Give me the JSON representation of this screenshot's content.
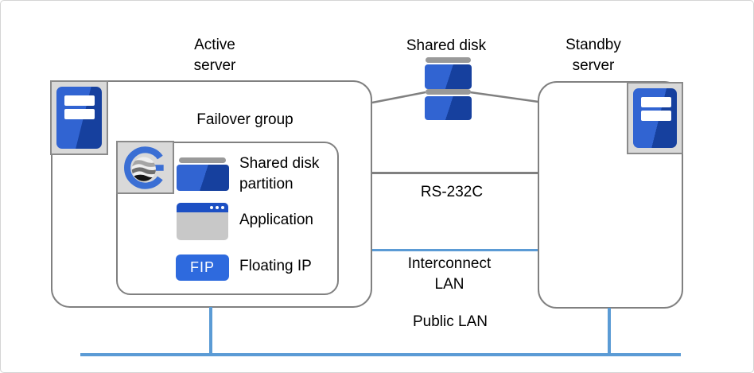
{
  "colors": {
    "line_gray": "#808080",
    "lan_blue": "#5b9bd5",
    "icon_blue_light": "#3164d2",
    "icon_blue_dark": "#16409e",
    "icon_blue": "#1d50c4",
    "fip_blue": "#2e6ade",
    "icon_gray": "#999999",
    "icon_bg": "#d9d9d9",
    "icon_border": "#8a8a8a",
    "box_border": "#808080",
    "app_body_gray": "#c8c8c8"
  },
  "nodes": {
    "active_server": {
      "label": [
        "Active",
        "server"
      ],
      "icon": "server-tower-icon"
    },
    "standby_server": {
      "label": [
        "Standby",
        "server"
      ],
      "icon": "server-tower-icon"
    },
    "shared_disk": {
      "label": "Shared disk",
      "icon": "disk-stack-icon"
    },
    "failover_group": {
      "label": "Failover group",
      "logo_icon": "cluster-software-logo",
      "items": [
        {
          "icon": "shared-disk-partition-icon",
          "label": [
            "Shared disk",
            "partition"
          ]
        },
        {
          "icon": "application-window-icon",
          "label": [
            "Application"
          ]
        },
        {
          "icon": "floating-ip-badge",
          "badge": "FIP",
          "label": [
            "Floating IP"
          ]
        }
      ]
    }
  },
  "connections": {
    "rs232c": {
      "label": "RS-232C"
    },
    "interconnect_lan": {
      "label": [
        "Interconnect",
        "LAN"
      ]
    },
    "public_lan": {
      "label": "Public LAN"
    }
  }
}
